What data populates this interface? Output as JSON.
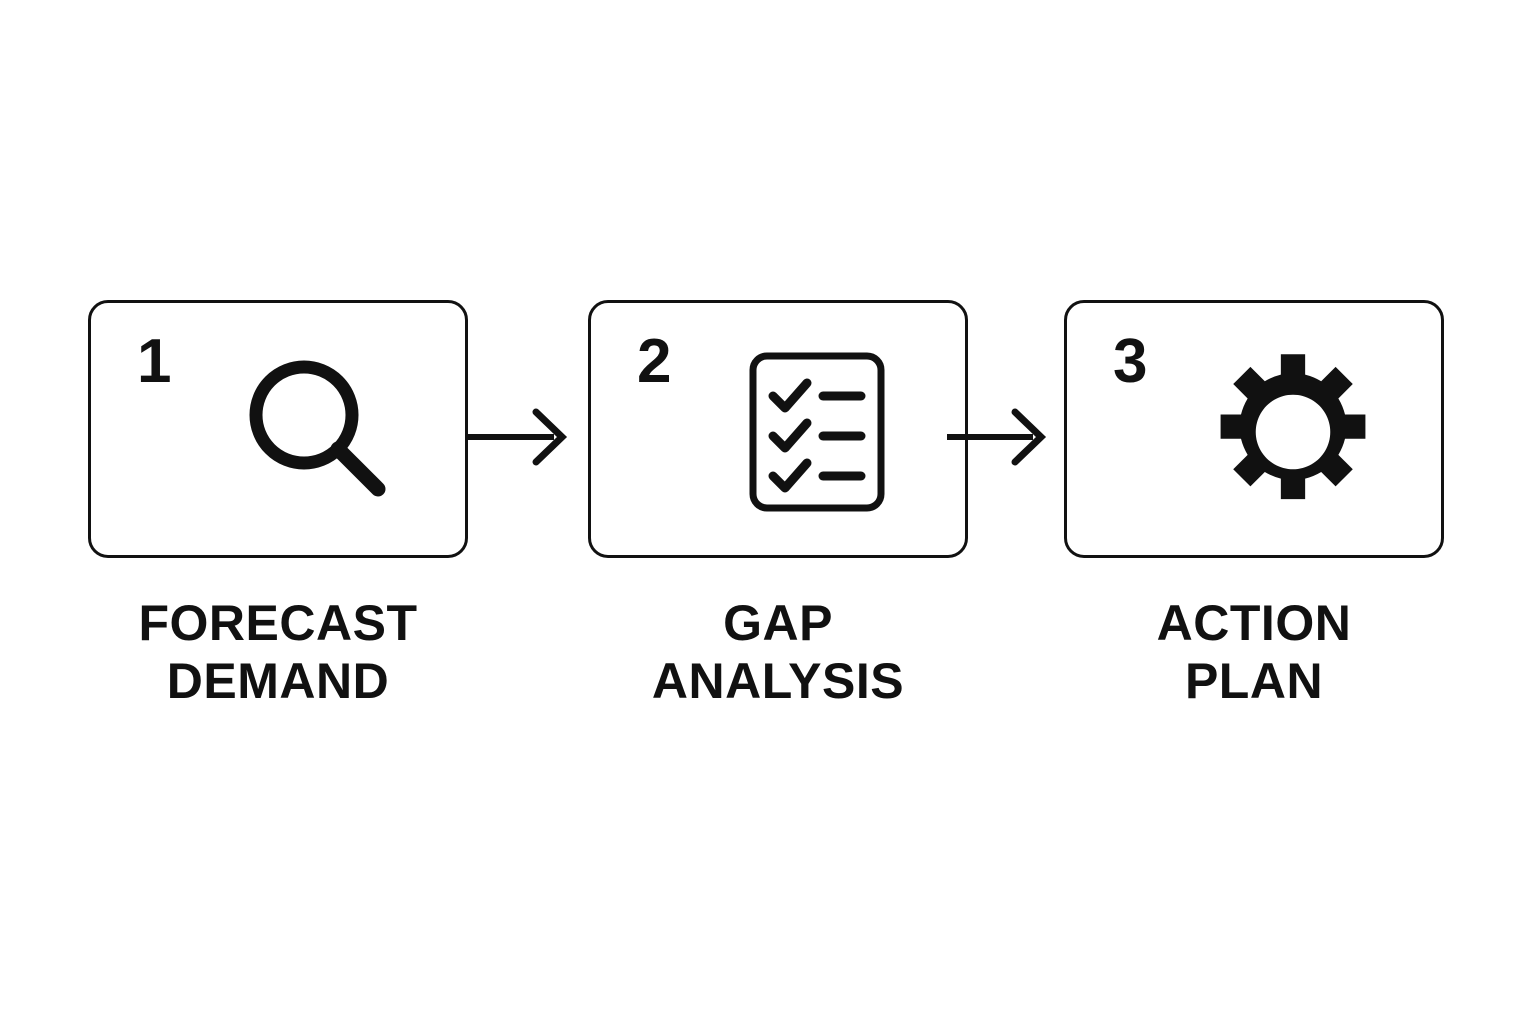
{
  "diagram": {
    "title": "",
    "orientation": "horizontal",
    "background_color": "#ffffff",
    "line_color": "#111111",
    "steps": [
      {
        "number": "1",
        "icon": "magnifier-icon",
        "label": "FORECAST\nDEMAND",
        "label_line1": "FORECAST",
        "label_line2": "DEMAND"
      },
      {
        "number": "2",
        "icon": "checklist-icon",
        "label": "GAP\nANALYSIS",
        "label_line1": "GAP",
        "label_line2": "ANALYSIS"
      },
      {
        "number": "3",
        "icon": "gear-icon",
        "label": "ACTION\nPLAN",
        "label_line1": "ACTION",
        "label_line2": "PLAN"
      }
    ],
    "connectors": [
      {
        "name": "arrow-step1-to-step2",
        "icon": "arrow-right-icon"
      },
      {
        "name": "arrow-step2-to-step3",
        "icon": "arrow-right-icon"
      }
    ]
  }
}
